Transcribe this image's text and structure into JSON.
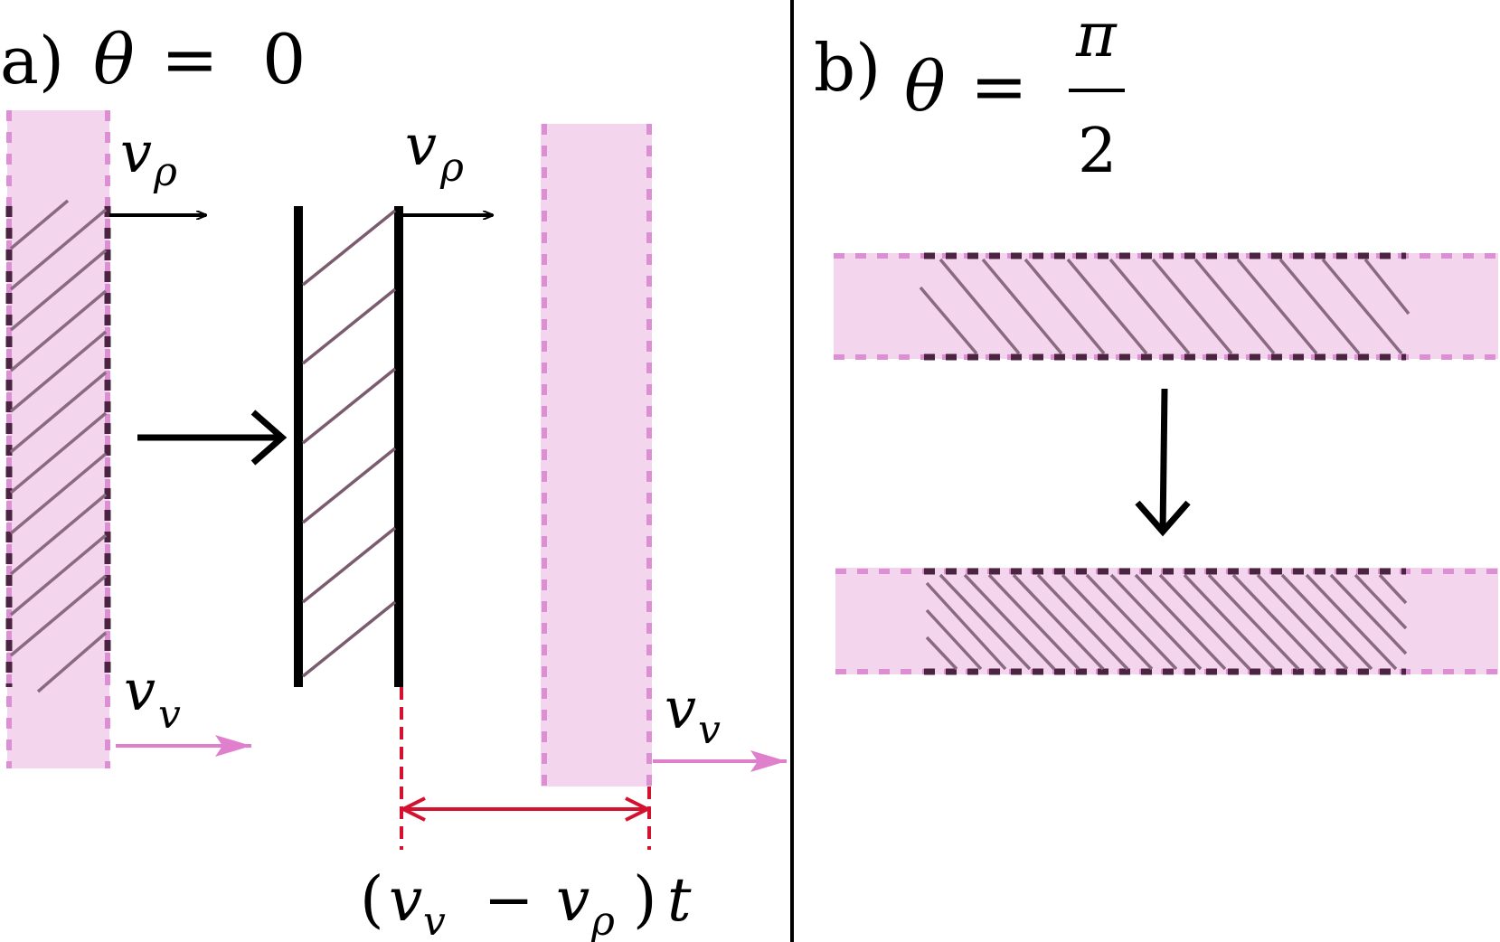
{
  "panel_a": {
    "letter": "a)",
    "condition_lhs": "θ",
    "condition_eq": "=",
    "condition_rhs": "0",
    "label_v_rho_left": {
      "base": "v",
      "sub": "ρ"
    },
    "label_v_v_left": {
      "base": "v",
      "sub": "v"
    },
    "label_v_rho_mid": {
      "base": "v",
      "sub": "ρ"
    },
    "label_v_v_right": {
      "base": "v",
      "sub": "v"
    },
    "separation": {
      "open": "(",
      "a": "v",
      "a_sub": "v",
      "minus": "−",
      "b": "v",
      "b_sub": "ρ",
      "close": ")",
      "t": "t"
    }
  },
  "panel_b": {
    "letter": "b)",
    "condition_lhs": "θ",
    "condition_eq": "=",
    "numerator": "π",
    "denominator": "2"
  },
  "colors": {
    "band_fill": "#f3d6ee",
    "band_dash": "#dd8fd3",
    "dark_dash": "#4a2440",
    "hatch": "#8a6a80",
    "vv_arrow": "#e080cc",
    "separation": "#d4112e",
    "ink": "#000000"
  }
}
